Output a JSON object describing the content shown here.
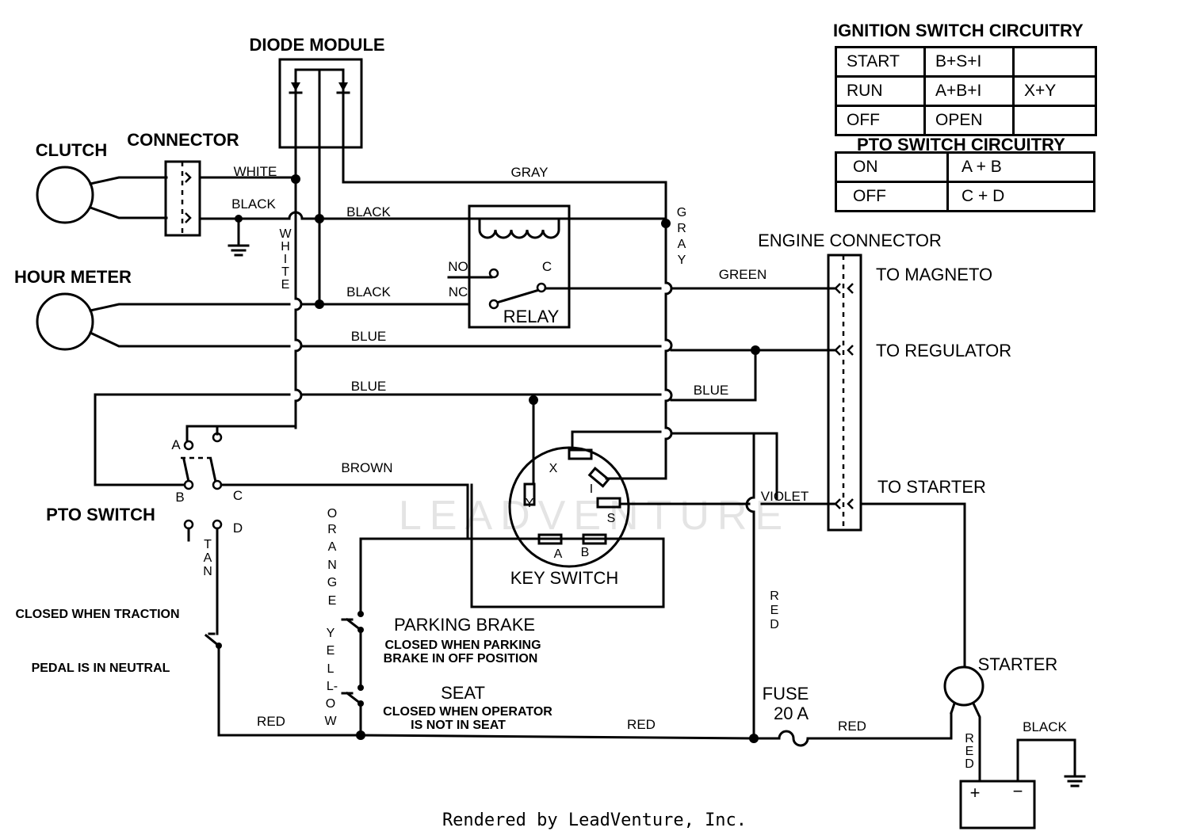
{
  "diagram": {
    "diode_module": "DIODE MODULE",
    "clutch": "CLUTCH",
    "connector": "CONNECTOR",
    "hour_meter": "HOUR METER",
    "relay": "RELAY",
    "relay_no": "NO",
    "relay_nc": "NC",
    "relay_c": "C",
    "key_switch": "KEY SWITCH",
    "key_terms": {
      "x": "X",
      "i": "I",
      "y": "Y",
      "s": "S",
      "a": "A",
      "b": "B"
    },
    "pto_switch": "PTO SWITCH",
    "pto_terms": {
      "a": "A",
      "b": "B",
      "c": "C",
      "d": "D"
    },
    "engine_connector": "ENGINE CONNECTOR",
    "to_magneto": "TO MAGNETO",
    "to_regulator": "TO REGULATOR",
    "to_starter": "TO STARTER",
    "starter": "STARTER",
    "fuse": "FUSE",
    "fuse_rating": "20 A",
    "parking_brake": "PARKING BRAKE",
    "parking_brake_note1": "CLOSED WHEN  PARKING",
    "parking_brake_note2": "BRAKE IN OFF POSITION",
    "seat": "SEAT",
    "seat_note1": "CLOSED WHEN OPERATOR",
    "seat_note2": "IS NOT IN SEAT",
    "traction_note1": "CLOSED WHEN  TRACTION",
    "traction_note2": "PEDAL IS IN NEUTRAL",
    "battery_plus": "+",
    "battery_minus": "−"
  },
  "wires": {
    "white_h": "WHITE",
    "black_clutch": "BLACK",
    "black_relay_top": "BLACK",
    "black_relay_bottom": "BLACK",
    "gray_h": "GRAY",
    "white_v": [
      "W",
      "H",
      "I",
      "T",
      "E"
    ],
    "gray_v": [
      "G",
      "R",
      "A",
      "Y"
    ],
    "green": "GREEN",
    "blue_1": "BLUE",
    "blue_2": "BLUE",
    "blue_3": "BLUE",
    "brown": "BROWN",
    "violet": "VIOLET",
    "tan_v": [
      "T",
      "A",
      "N"
    ],
    "orange_v": [
      "O",
      "R",
      "A",
      "N",
      "G",
      "E"
    ],
    "yellow_v": [
      "Y",
      "E",
      "L",
      "L-",
      "O",
      "W"
    ],
    "red_v": [
      "R",
      "E",
      "D"
    ],
    "red_starter_v": [
      "R",
      "E",
      "D"
    ],
    "red_1": "RED",
    "red_2": "RED",
    "red_3": "RED",
    "black_battery": "BLACK"
  },
  "ignition_table": {
    "title": "IGNITION SWITCH CIRCUITRY",
    "rows": [
      [
        "START",
        "B+S+I",
        ""
      ],
      [
        "RUN",
        "A+B+I",
        "X+Y"
      ],
      [
        "OFF",
        "OPEN",
        ""
      ]
    ]
  },
  "pto_table": {
    "title": "PTO SWITCH CIRCUITRY",
    "rows": [
      [
        "ON",
        "A + B"
      ],
      [
        "OFF",
        "C + D"
      ]
    ]
  },
  "watermark": "LEADVENTURE",
  "footer": "Rendered by LeadVenture, Inc."
}
